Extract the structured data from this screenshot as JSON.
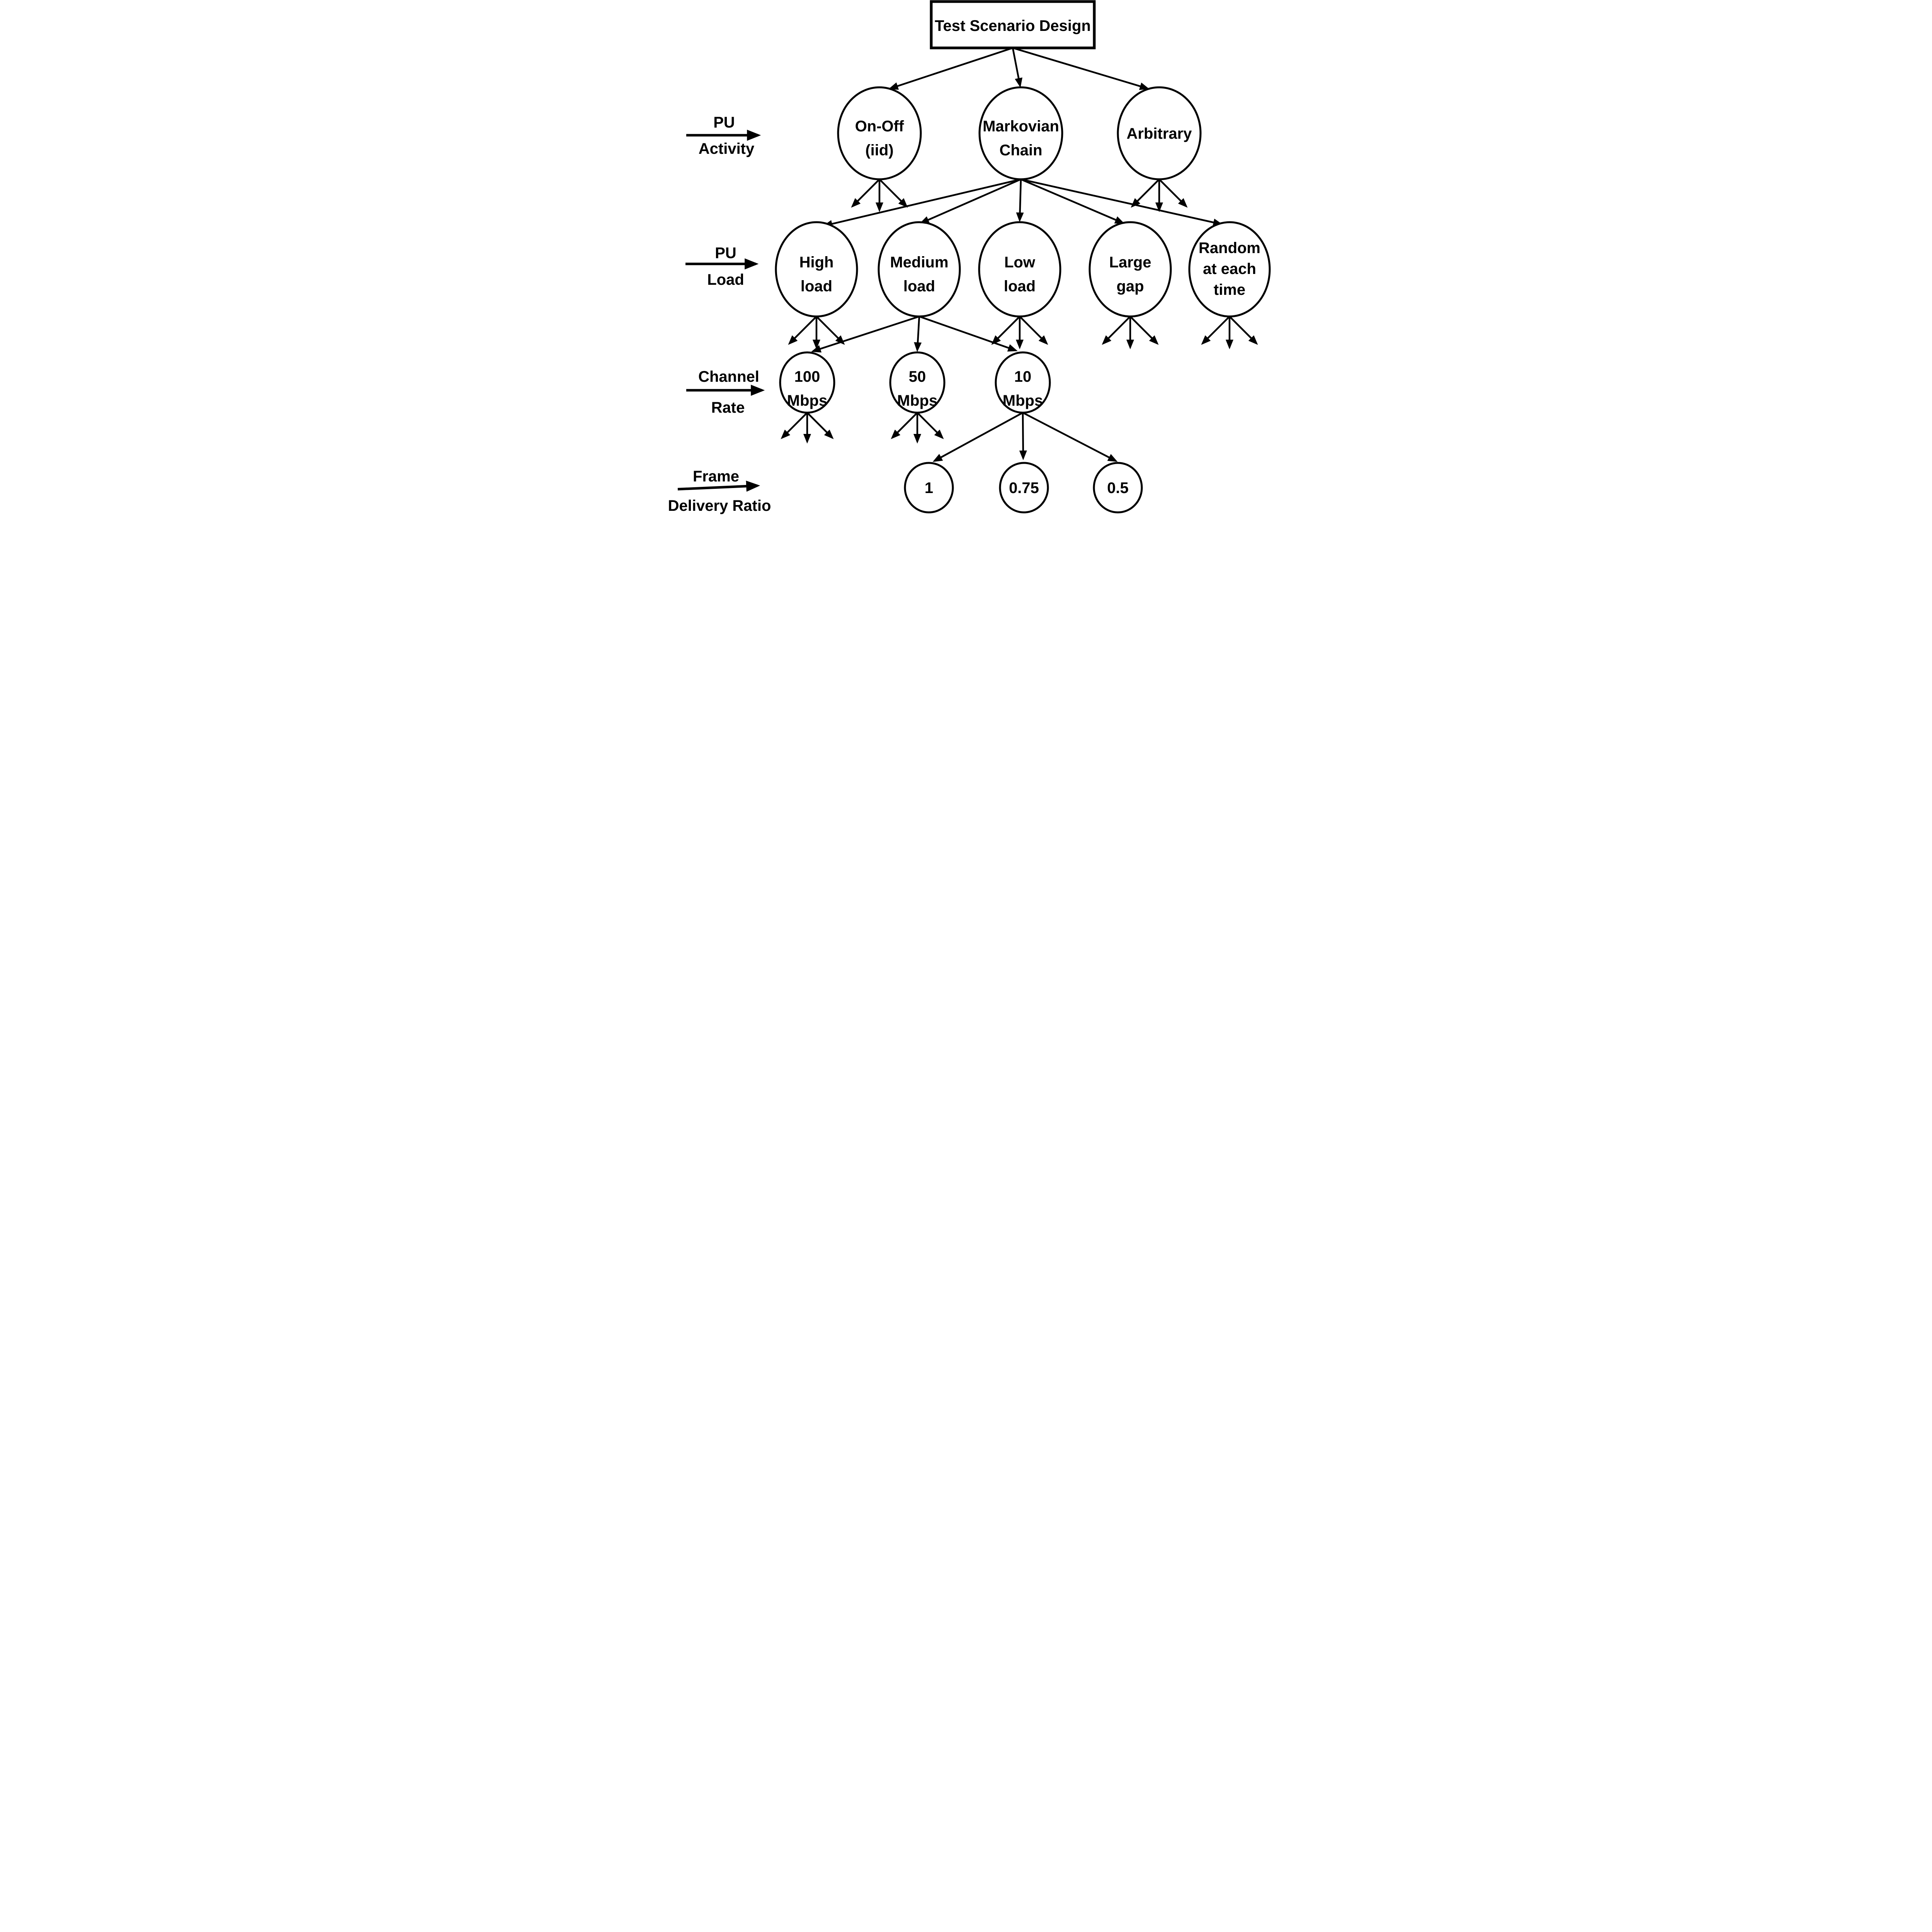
{
  "diagram": {
    "title": "Test Scenario Design",
    "level_labels": {
      "pu_activity": {
        "line1": "PU",
        "line2": "Activity"
      },
      "pu_load": {
        "line1": "PU",
        "line2": "Load"
      },
      "channel_rate": {
        "line1": "Channel",
        "line2": "Rate"
      },
      "frame_delivery_ratio": {
        "line1": "Frame",
        "line2": "Delivery Ratio"
      }
    },
    "nodes": {
      "on_off": {
        "line1": "On-Off",
        "line2": "(iid)"
      },
      "markovian": {
        "line1": "Markovian",
        "line2": "Chain"
      },
      "arbitrary": {
        "line1": "Arbitrary"
      },
      "high_load": {
        "line1": "High",
        "line2": "load"
      },
      "medium_load": {
        "line1": "Medium",
        "line2": "load"
      },
      "low_load": {
        "line1": "Low",
        "line2": "load"
      },
      "large_gap": {
        "line1": "Large",
        "line2": "gap"
      },
      "random_each_time": {
        "line1": "Random",
        "line2": "at each",
        "line3": "time"
      },
      "rate_100": {
        "line1": "100",
        "line2": "Mbps"
      },
      "rate_50": {
        "line1": "50",
        "line2": "Mbps"
      },
      "rate_10": {
        "line1": "10",
        "line2": "Mbps"
      },
      "fdr_1": {
        "line1": "1"
      },
      "fdr_075": {
        "line1": "0.75"
      },
      "fdr_05": {
        "line1": "0.5"
      }
    }
  }
}
